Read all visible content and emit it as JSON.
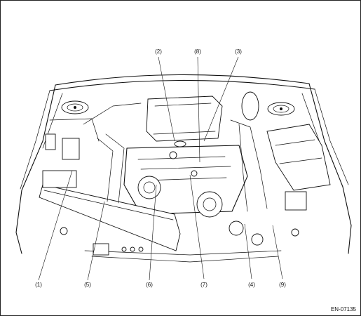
{
  "callouts": {
    "c1": "(1)",
    "c2": "(2)",
    "c3": "(3)",
    "c4": "(4)",
    "c5": "(5)",
    "c6": "(6)",
    "c7": "(7)",
    "c8": "(8)",
    "c9": "(9)"
  },
  "figure_code": "EN-07135"
}
